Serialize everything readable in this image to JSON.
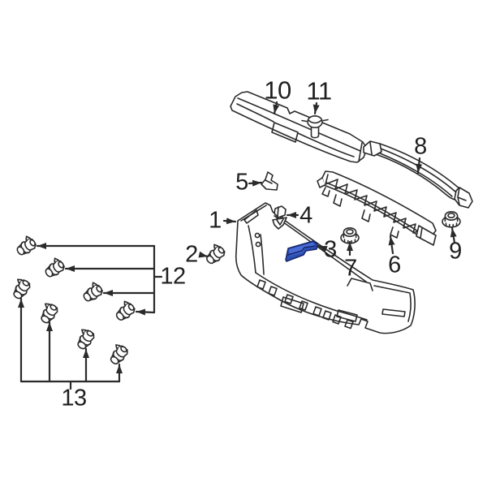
{
  "diagram": {
    "background": "#ffffff",
    "line_color": "#2a2a2a",
    "highlight_color": "#2d50b4",
    "highlight_light": "#4a6cd6",
    "highlight_dark": "#16246b",
    "highlighted_callout": "3",
    "callouts": [
      {
        "label": "1",
        "part": "bumper-cover"
      },
      {
        "label": "2",
        "part": "clip"
      },
      {
        "label": "3",
        "part": "side-bracket-highlighted"
      },
      {
        "label": "4",
        "part": "clip"
      },
      {
        "label": "5",
        "part": "clip"
      },
      {
        "label": "6",
        "part": "energy-absorber"
      },
      {
        "label": "7",
        "part": "nut"
      },
      {
        "label": "8",
        "part": "impact-bar"
      },
      {
        "label": "9",
        "part": "nut"
      },
      {
        "label": "10",
        "part": "step-pad"
      },
      {
        "label": "11",
        "part": "push-pin"
      },
      {
        "label": "12",
        "part": "clip-group"
      },
      {
        "label": "13",
        "part": "screw-clip-group"
      }
    ]
  }
}
